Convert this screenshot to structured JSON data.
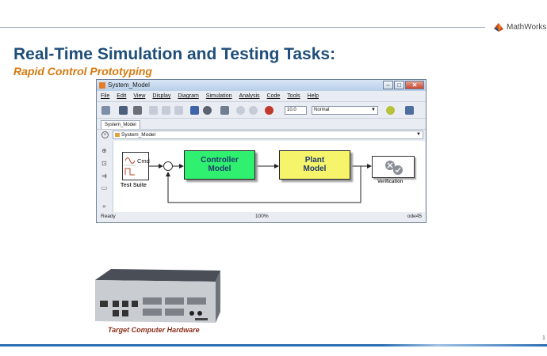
{
  "logo": {
    "text": "MathWorks"
  },
  "slide": {
    "title": "Real-Time Simulation and Testing Tasks:",
    "subtitle": "Rapid Control Prototyping",
    "page_number": "1"
  },
  "window": {
    "title": "System_Model",
    "menu": [
      "File",
      "Edit",
      "View",
      "Display",
      "Diagram",
      "Simulation",
      "Analysis",
      "Code",
      "Tools",
      "Help"
    ],
    "toolbar": {
      "stop_time": "10.0",
      "sim_mode": "Normal"
    },
    "tab": "System_Model",
    "address": "System_Model",
    "status": {
      "ready": "Ready",
      "zoom": "100%",
      "solver": "ode45"
    }
  },
  "model": {
    "cmd_label": "Cmd",
    "test_suite_label": "Test Suite",
    "controller": [
      "Controller",
      "Model"
    ],
    "plant": [
      "Plant",
      "Model"
    ],
    "verification_label": "Verification",
    "colors": {
      "controller": "#2ff06f",
      "plant": "#f6f46a"
    }
  },
  "hardware": {
    "caption": "Target Computer Hardware"
  },
  "colors": {
    "title": "#1f4e79",
    "subtitle": "#d57a0f",
    "accent_line": "#2c6fb4"
  }
}
